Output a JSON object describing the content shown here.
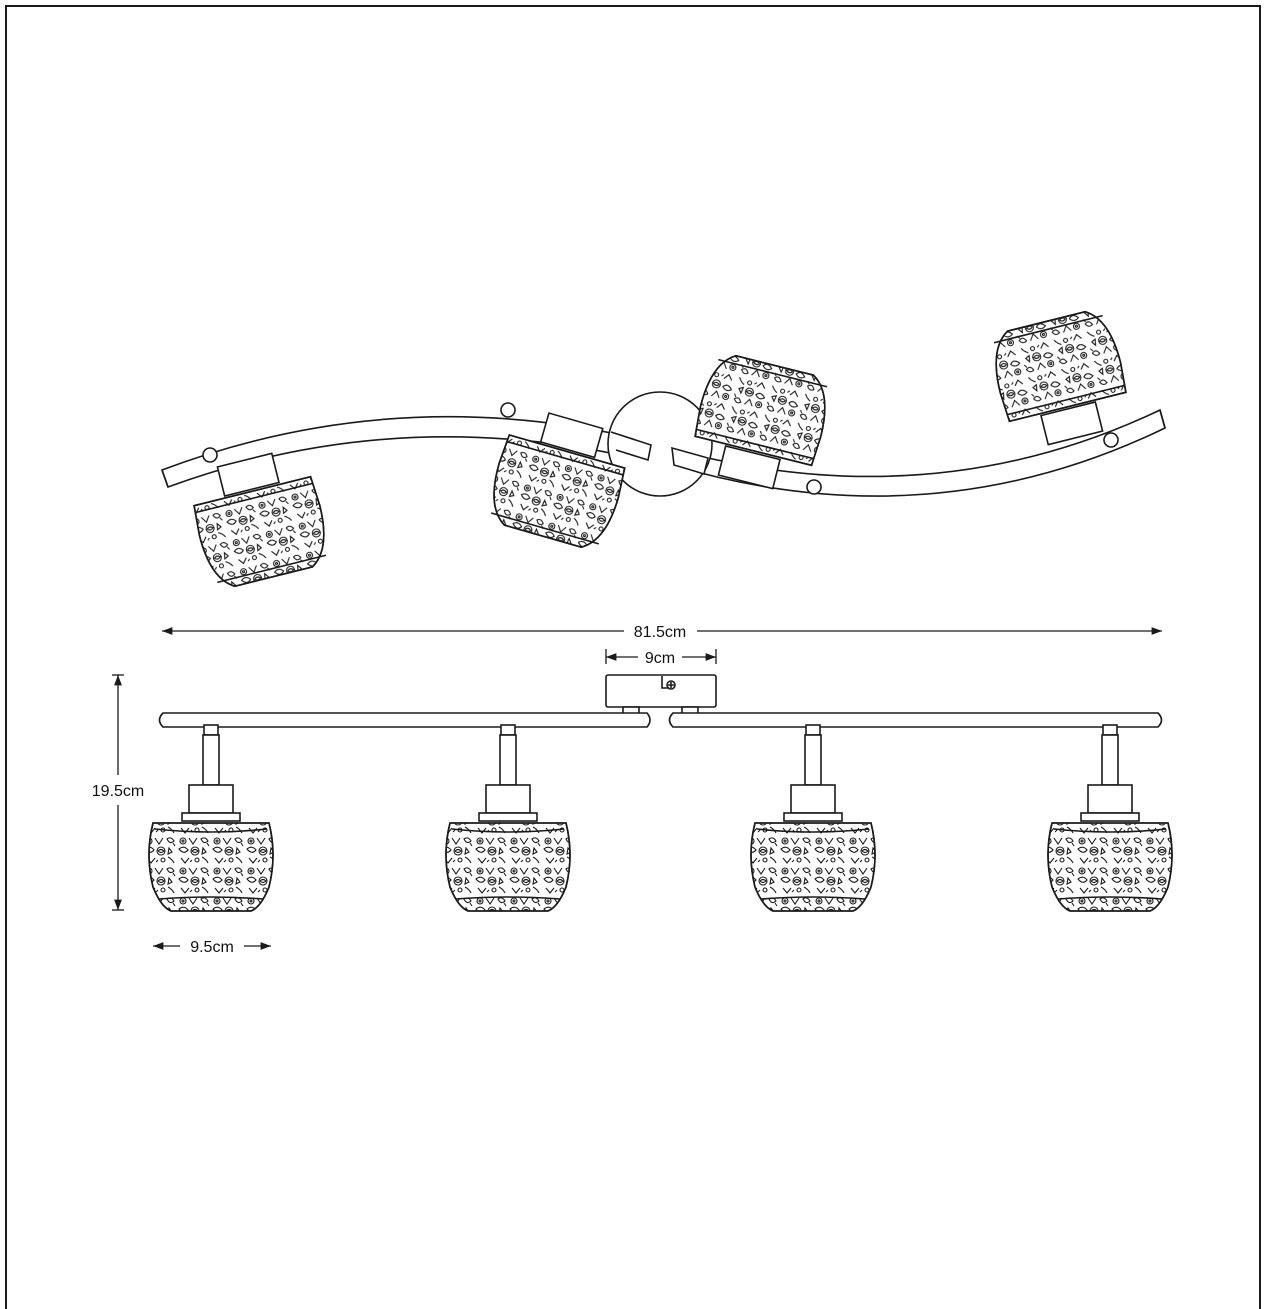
{
  "diagram": {
    "dimensions": {
      "total_length": "81.5cm",
      "base_width": "9cm",
      "height": "19.5cm",
      "shade_width": "9.5cm"
    },
    "views": {
      "top_view": {
        "spotlight_count": 4
      },
      "front_view": {
        "spotlight_count": 4
      }
    },
    "colors": {
      "line": "#1a1a1a",
      "background": "#ffffff"
    }
  }
}
